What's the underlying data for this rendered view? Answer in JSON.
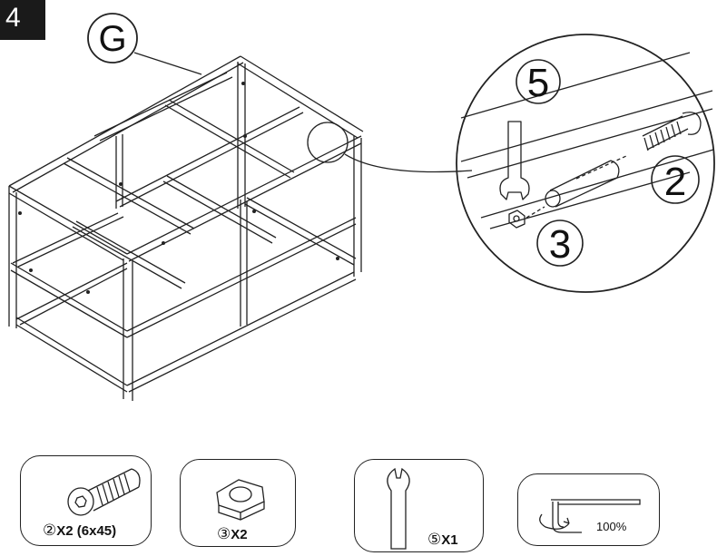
{
  "step": {
    "number": "4"
  },
  "callouts": {
    "frame_letter": "G",
    "zoom_label_tool": "5",
    "zoom_label_bolt": "2",
    "zoom_label_nut": "3"
  },
  "parts": [
    {
      "circled_number": "②",
      "quantity_text": "X2 (6x45)",
      "icon": "hex-socket-bolt-icon"
    },
    {
      "circled_number": "③",
      "quantity_text": "X2",
      "icon": "hex-nut-icon"
    },
    {
      "circled_number": "⑤",
      "quantity_text": "X1",
      "icon": "wrench-icon"
    }
  ],
  "tightening": {
    "percent_text": "100%",
    "icon": "hex-key-rotation-icon"
  }
}
